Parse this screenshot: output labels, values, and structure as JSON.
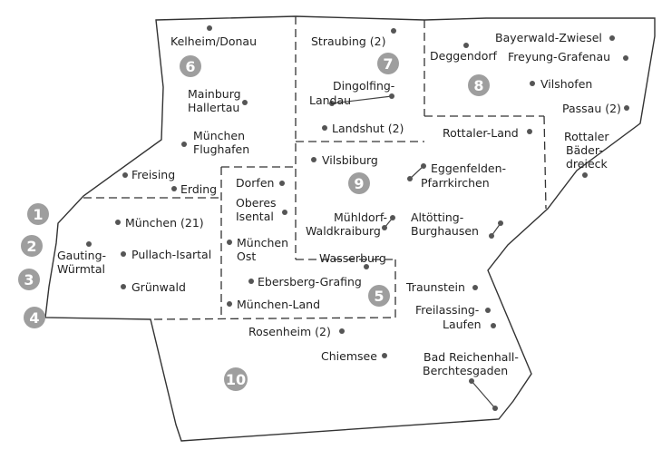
{
  "map": {
    "region_numbers": [
      "1",
      "2",
      "3",
      "4",
      "5",
      "6",
      "7",
      "8",
      "9",
      "10"
    ],
    "places": {
      "kelheim": "Kelheim/Donau",
      "mainburg_1": "Mainburg",
      "mainburg_2": "Hallertau",
      "flughafen_1": "München",
      "flughafen_2": "Flughafen",
      "freising": "Freising",
      "erding": "Erding",
      "straubing": "Straubing (2)",
      "dingolfing_1": "Dingolfing-",
      "dingolfing_2": "Landau",
      "landshut": "Landshut (2)",
      "bayerwald": "Bayerwald-Zwiesel",
      "deggendorf": "Deggendorf",
      "freyung": "Freyung-Grafenau",
      "vilshofen": "Vilshofen",
      "passau": "Passau (2)",
      "rottaler_land": "Rottaler-Land",
      "baederdreieck_1": "Rottaler",
      "baederdreieck_2": "Bäder-",
      "baederdreieck_3": "dreieck",
      "vilsbiburg": "Vilsbiburg",
      "eggenfelden_1": "Eggenfelden-",
      "eggenfelden_2": "Pfarrkirchen",
      "muehldorf_1": "Mühldorf-",
      "muehldorf_2": "Waldkraiburg",
      "altoetting_1": "Altötting-",
      "altoetting_2": "Burghausen",
      "dorfen": "Dorfen",
      "isental_1": "Oberes",
      "isental_2": "Isental",
      "muenchen_ost_1": "München",
      "muenchen_ost_2": "Ost",
      "wasserburg": "Wasserburg",
      "ebersberg": "Ebersberg-Grafing",
      "muenchen_land": "München-Land",
      "muenchen": "München (21)",
      "gauting_1": "Gauting-",
      "gauting_2": "Würmtal",
      "pullach": "Pullach-Isartal",
      "gruenwald": "Grünwald",
      "traunstein": "Traunstein",
      "freilassing_1": "Freilassing-",
      "freilassing_2": "Laufen",
      "rosenheim": "Rosenheim (2)",
      "chiemsee": "Chiemsee",
      "bad_reichenhall_1": "Bad Reichenhall-",
      "bad_reichenhall_2": "Berchtesgaden"
    }
  }
}
